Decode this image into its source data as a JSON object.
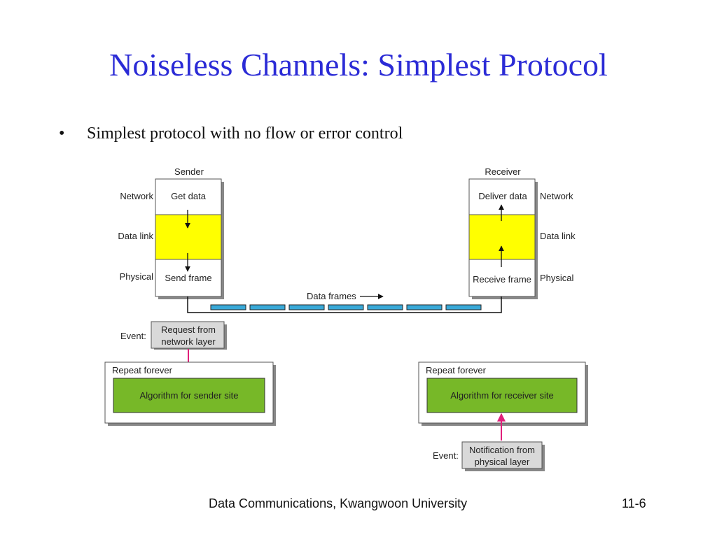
{
  "slide": {
    "title": "Noiseless Channels: Simplest Protocol",
    "bullet": "Simplest protocol with no flow or error control"
  },
  "diagram": {
    "sender": {
      "header": "Sender",
      "layers": [
        "Network",
        "Data link",
        "Physical"
      ],
      "top_text": "Get data",
      "bottom_text": "Send frame"
    },
    "receiver": {
      "header": "Receiver",
      "layers": [
        "Network",
        "Data link",
        "Physical"
      ],
      "top_text": "Deliver data",
      "bottom_text": "Receive frame"
    },
    "frames_label": "Data frames",
    "frame_count": 7,
    "sender_event": {
      "label": "Event:",
      "line1": "Request from",
      "line2": "network layer"
    },
    "receiver_event": {
      "label": "Event:",
      "line1": "Notification from",
      "line2": "physical layer"
    },
    "sender_loop": {
      "label": "Repeat forever",
      "algorithm": "Algorithm for sender site"
    },
    "receiver_loop": {
      "label": "Repeat forever",
      "algorithm": "Algorithm for receiver site"
    },
    "colors": {
      "datalink": "#ffff00",
      "algorithm": "#77b828",
      "frame": "#39a9d8",
      "event_arrow": "#e0207a",
      "event_box": "#d9d9d9",
      "title": "#2b2bd6"
    }
  },
  "footer": {
    "center": "Data Communications, Kwangwoon University",
    "page": "11-6"
  }
}
